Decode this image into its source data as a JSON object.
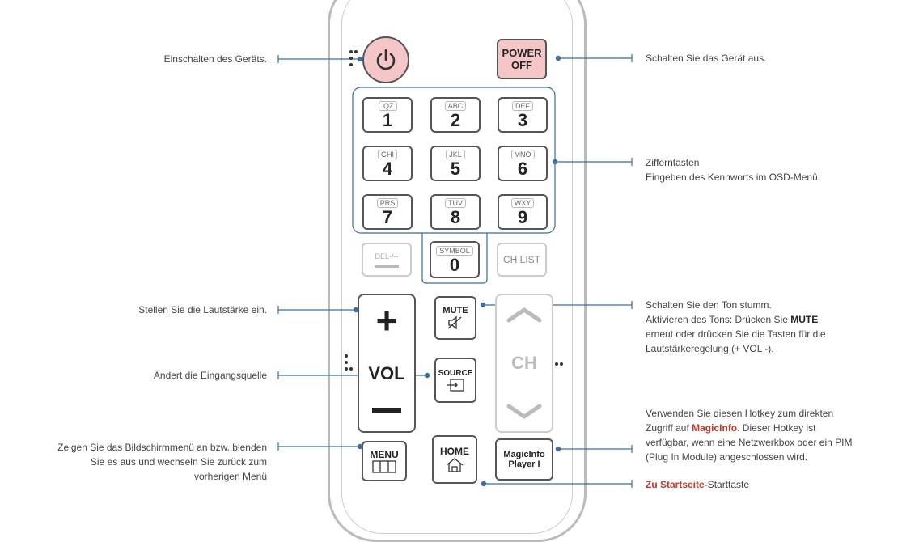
{
  "buttons": {
    "power_off_line1": "POWER",
    "power_off_line2": "OFF",
    "keys": [
      {
        "letters": ".QZ",
        "digit": "1"
      },
      {
        "letters": "ABC",
        "digit": "2"
      },
      {
        "letters": "DEF",
        "digit": "3"
      },
      {
        "letters": "GHI",
        "digit": "4"
      },
      {
        "letters": "JKL",
        "digit": "5"
      },
      {
        "letters": "MNO",
        "digit": "6"
      },
      {
        "letters": "PRS",
        "digit": "7"
      },
      {
        "letters": "TUV",
        "digit": "8"
      },
      {
        "letters": "WXY",
        "digit": "9"
      }
    ],
    "del": "DEL-/--",
    "symbol_letters": "SYMBOL",
    "symbol_digit": "0",
    "ch_list": "CH LIST",
    "vol_plus": "+",
    "vol_label": "VOL",
    "vol_minus": "—",
    "mute": "MUTE",
    "source": "SOURCE",
    "ch": "CH",
    "menu": "MENU",
    "home": "HOME",
    "magicinfo_line1": "MagicInfo",
    "magicinfo_line2": "Player I"
  },
  "callouts": {
    "power_on": "Einschalten des Geräts.",
    "power_off": "Schalten Sie das Gerät aus.",
    "number_keys_line1": "Zifferntasten",
    "number_keys_line2": "Eingeben des Kennworts im OSD-Menü.",
    "volume": "Stellen Sie die Lautstärke ein.",
    "mute_line1": "Schalten Sie den Ton stumm.",
    "mute_line2_pre": "Aktivieren des Tons: Drücken Sie ",
    "mute_line2_bold": "MUTE",
    "mute_line3": "erneut oder drücken Sie die Tasten für die",
    "mute_line4": "Lautstärkeregelung (+ VOL -).",
    "source": "Ändert die Eingangsquelle",
    "magicinfo_line1": "Verwenden Sie diesen Hotkey zum direkten",
    "magicinfo_line2_pre": "Zugriff auf ",
    "magicinfo_line2_bold": "MagicInfo",
    "magicinfo_line2_post": ". Dieser Hotkey ist",
    "magicinfo_line3": "verfügbar, wenn eine Netzwerkbox oder ein PIM",
    "magicinfo_line4": "(Plug In Module) angeschlossen wird.",
    "menu_line1": "Zeigen Sie das Bildschirmmenü an bzw. blenden",
    "menu_line2": "Sie es aus und wechseln Sie zurück zum",
    "menu_line3": "vorherigen Menü",
    "home_bold": "Zu Startseite",
    "home_rest": "-Starttaste"
  },
  "colors": {
    "callout_line": "#3a6ea5",
    "power_fill": "#f4c6c8",
    "highlight_red": "#c0392b"
  },
  "icons": [
    "power-icon",
    "mute-speaker-icon",
    "source-input-icon",
    "menu-grid-icon",
    "home-icon",
    "chevron-up-icon",
    "chevron-down-icon"
  ]
}
